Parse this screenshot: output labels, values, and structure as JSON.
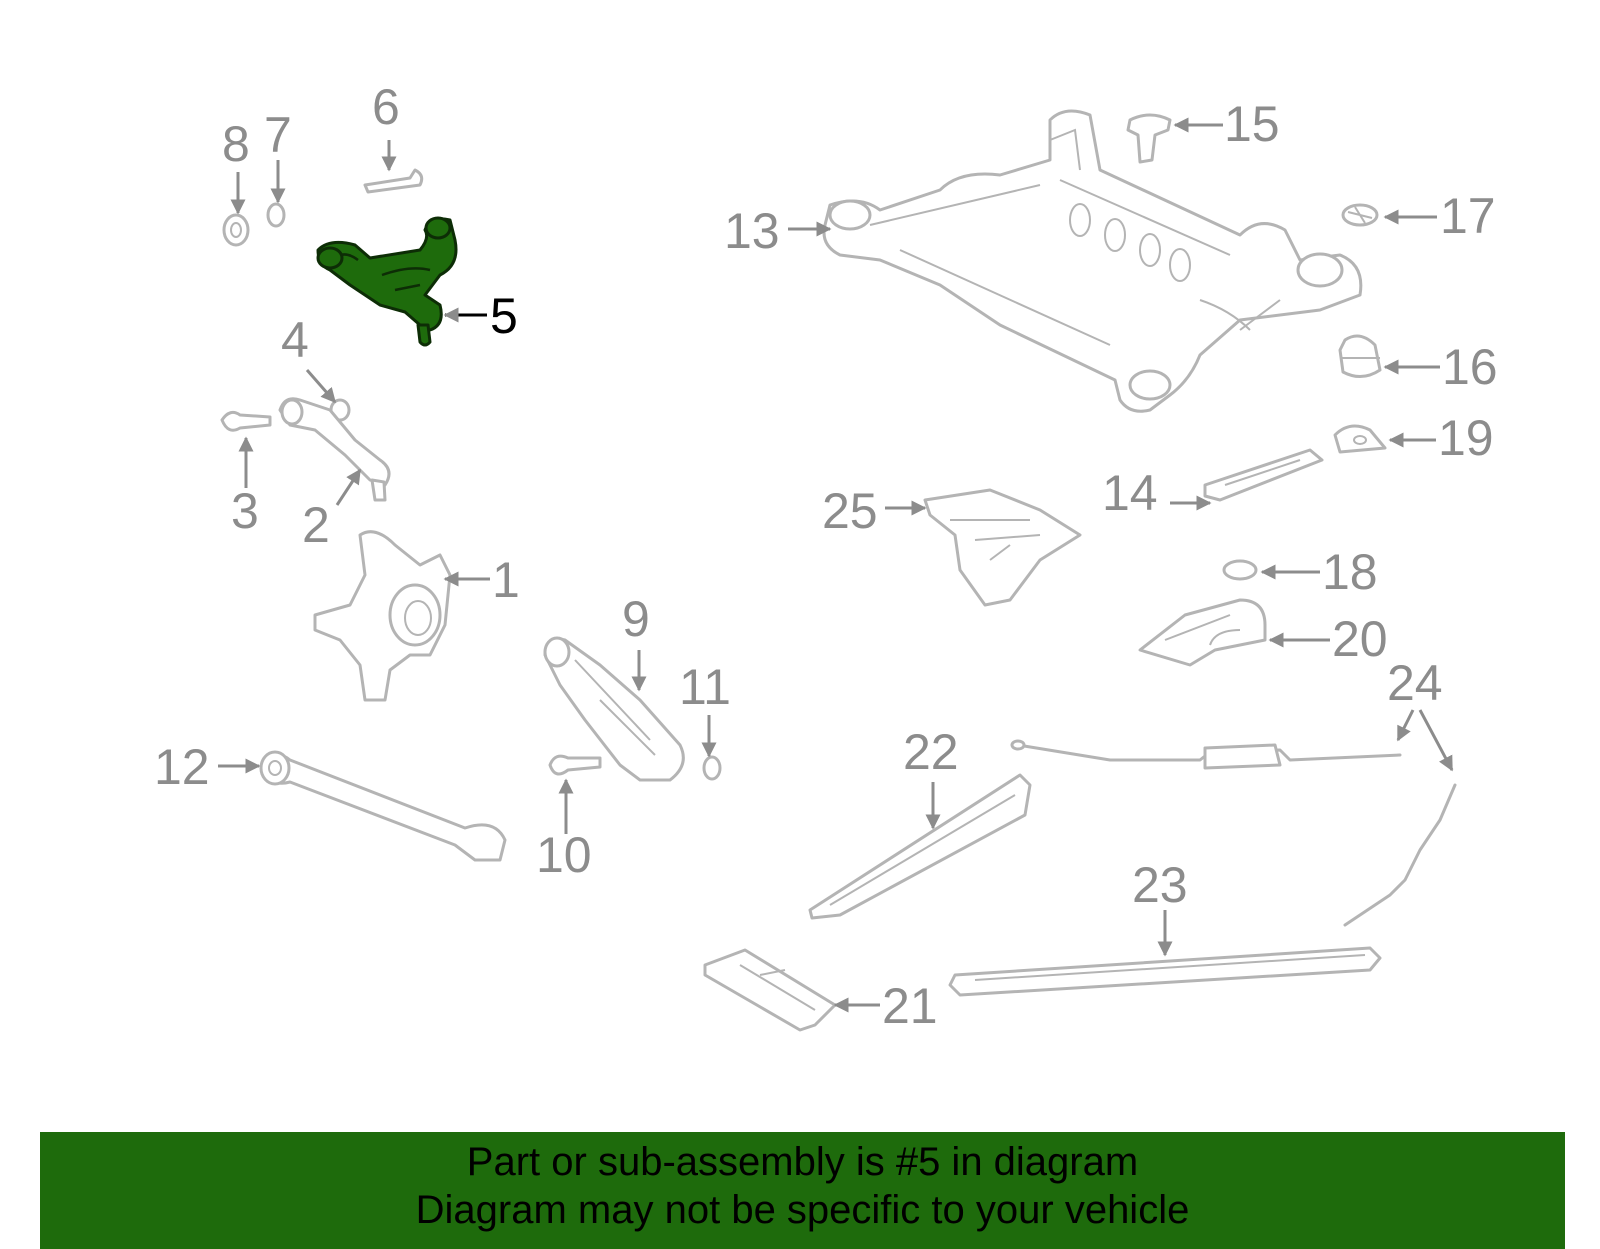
{
  "highlight_color": "#1e6b0c",
  "banner_color": "#1e6b0c",
  "highlighted_callout": "5",
  "callouts": {
    "c1": "1",
    "c2": "2",
    "c3": "3",
    "c4": "4",
    "c5": "5",
    "c6": "6",
    "c7": "7",
    "c8": "8",
    "c9": "9",
    "c10": "10",
    "c11": "11",
    "c12": "12",
    "c13": "13",
    "c14": "14",
    "c15": "15",
    "c16": "16",
    "c17": "17",
    "c18": "18",
    "c19": "19",
    "c20": "20",
    "c21": "21",
    "c22": "22",
    "c23": "23",
    "c24": "24",
    "c25": "25"
  },
  "banner": {
    "line1": "Part or sub-assembly is #5 in diagram",
    "line2": "Diagram may not be specific to your vehicle"
  }
}
